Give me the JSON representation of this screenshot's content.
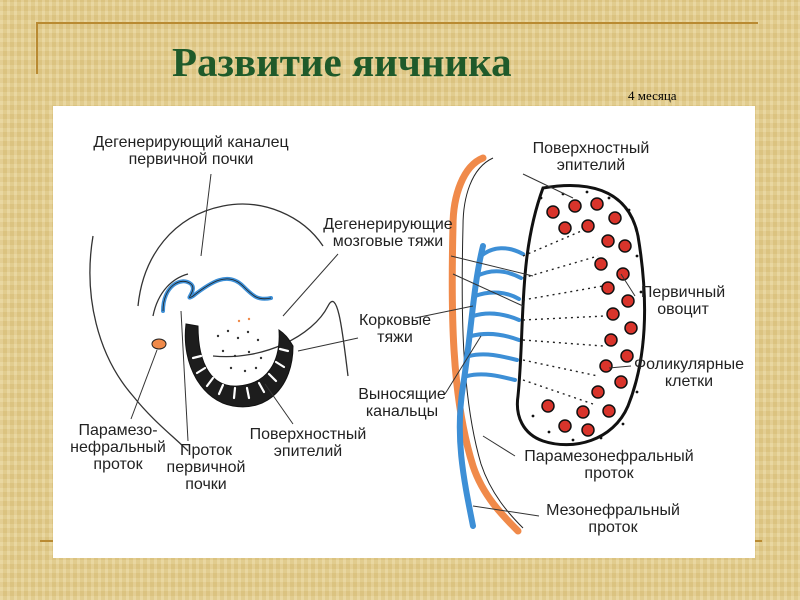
{
  "slide": {
    "title": "Развитие яичника",
    "subtitle": "4 месяца"
  },
  "diagram": {
    "labels": {
      "degenerating_tubule": "Дегенерирующий каналец\nпервичной почки",
      "paramesonephric_duct_left": "Парамезо-\nнефральный\nпроток",
      "primary_kidney_duct": "Проток\nпервичной\nпочки",
      "surface_epithelium_left": "Поверхностный\nэпителий",
      "surface_epithelium_right": "Поверхностный\nэпителий",
      "degenerating_medullary_cords": "Дегенерирующие\nмозговые тяжи",
      "cortical_cords": "Корковые\nтяжи",
      "efferent_ductules": "Выносящие\nканальцы",
      "primary_oocyte": "Первичный\nовоцит",
      "follicular_cells": "Фоликулярные\nклетки",
      "paramesonephric_duct_right": "Парамезонефральный\nпроток",
      "mesonephric_duct": "Мезонефральный\nпроток"
    },
    "colors": {
      "paramesonephric_duct": "#f08a4a",
      "mesonephric_duct": "#3d8fd6",
      "oocyte": "#d9342b",
      "outline": "#222222"
    }
  }
}
